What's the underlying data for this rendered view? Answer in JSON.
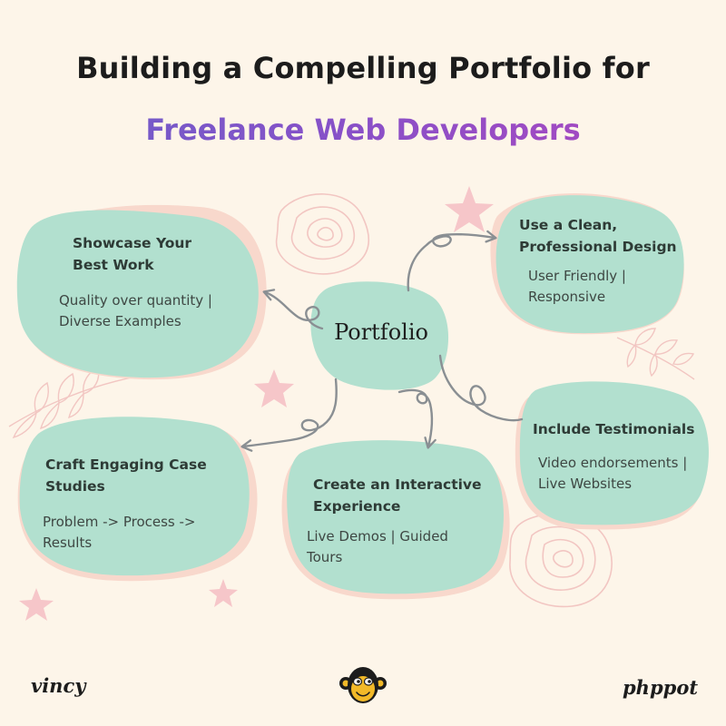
{
  "title": {
    "line1": "Building a Compelling Portfolio for",
    "line2": "Freelance Web Developers"
  },
  "center": {
    "label": "Portfolio"
  },
  "nodes": [
    {
      "id": "showcase",
      "title": "Showcase Your\nBest Work",
      "desc": "Quality over quantity |\nDiverse Examples"
    },
    {
      "id": "design",
      "title": "Use a Clean,\nProfessional Design",
      "desc": "User Friendly |\nResponsive"
    },
    {
      "id": "testimonials",
      "title": "Include Testimonials",
      "desc": "Video endorsements |\nLive Websites"
    },
    {
      "id": "interactive",
      "title": "Create an Interactive\nExperience",
      "desc": "Live Demos | Guided\nTours"
    },
    {
      "id": "case-studies",
      "title": "Craft Engaging Case\nStudies",
      "desc": "Problem -> Process ->\nResults"
    }
  ],
  "footer": {
    "left_signature": "vincy",
    "right_signature": "phppot",
    "logo_icon": "monkey-face-logo"
  },
  "colors": {
    "background": "#fdf5e9",
    "node_fill": "#b2e0cf",
    "node_shadow": "#f8d8cc",
    "arrow": "#8a8f93",
    "star": "#f6c6c9",
    "title_gradient": [
      "#6a60c9",
      "#b046bf"
    ]
  }
}
